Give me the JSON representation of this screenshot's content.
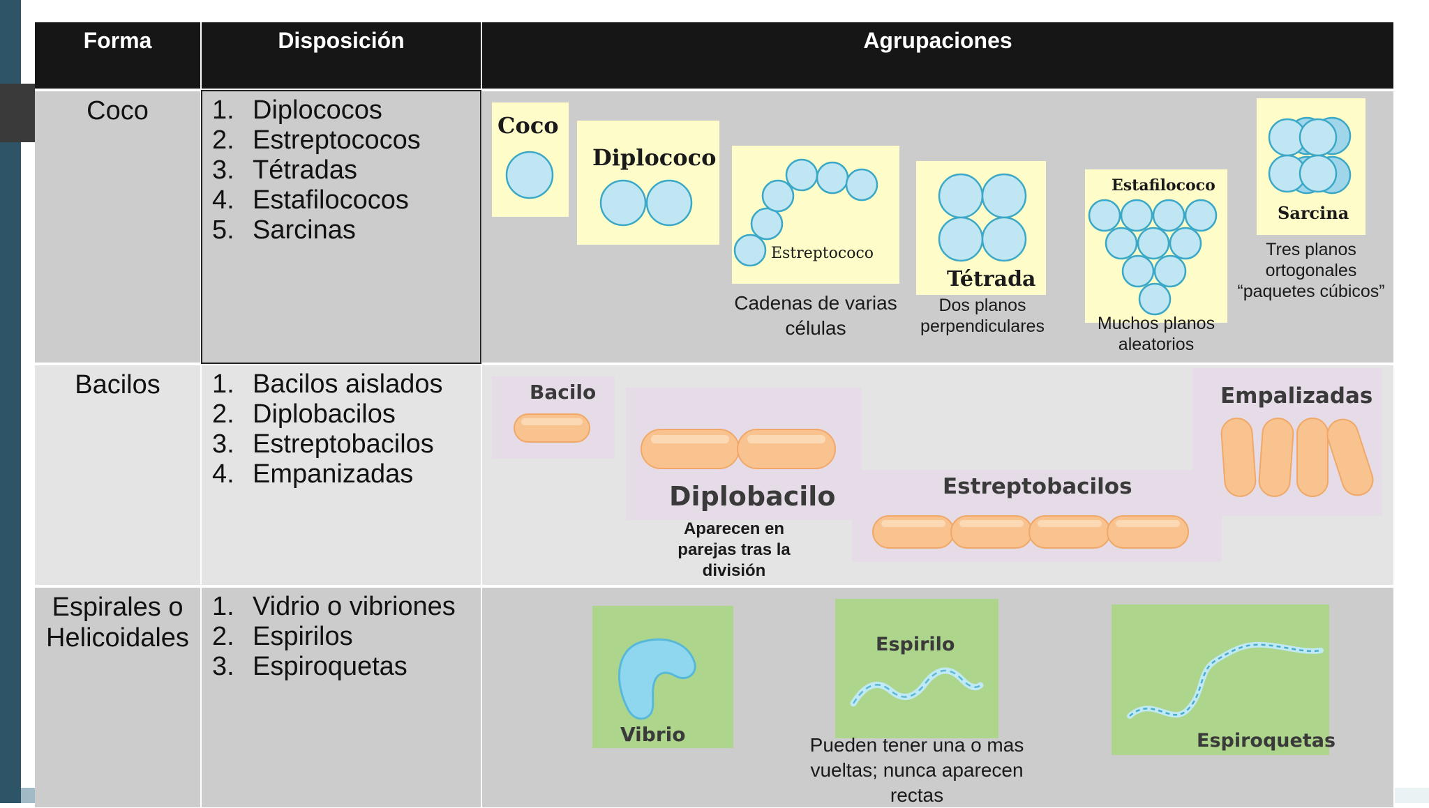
{
  "header": {
    "forma": "Forma",
    "disposicion": "Disposición",
    "agrupaciones": "Agrupaciones"
  },
  "rows": [
    {
      "forma": "Coco",
      "items": [
        {
          "num": "1.",
          "label": "Diplococos"
        },
        {
          "num": "2.",
          "label": "Estreptococos"
        },
        {
          "num": "3.",
          "label": "Tétradas"
        },
        {
          "num": "4.",
          "label": "Estafilococos"
        },
        {
          "num": "5.",
          "label": "Sarcinas"
        }
      ],
      "images": {
        "coco": "Coco",
        "diplococo": "Diplococo",
        "estreptococo": "Estreptococo",
        "tetrada": "Tétrada",
        "estafilococo": "Estafilococo",
        "sarcina": "Sarcina"
      },
      "captions": {
        "estreptococo": "Cadenas de varias células",
        "tetrada": "Dos planos perpendiculares",
        "estafilococo": "Muchos planos aleatorios",
        "sarcina": "Tres planos ortogonales “paquetes cúbicos”"
      }
    },
    {
      "forma": "Bacilos",
      "items": [
        {
          "num": "1.",
          "label": "Bacilos aislados"
        },
        {
          "num": "2.",
          "label": "Diplobacilos"
        },
        {
          "num": "3.",
          "label": "Estreptobacilos"
        },
        {
          "num": "4.",
          "label": "Empanizadas"
        }
      ],
      "images": {
        "bacilo": "Bacilo",
        "diplobacilo": "Diplobacilo",
        "estreptobacilos": "Estreptobacilos",
        "empalizadas": "Empalizadas"
      },
      "captions": {
        "diplobacilo": "Aparecen en parejas tras la división"
      }
    },
    {
      "forma": "Espirales o Helicoidales",
      "items": [
        {
          "num": "1.",
          "label": "Vidrio o vibriones"
        },
        {
          "num": "2.",
          "label": "Espirilos"
        },
        {
          "num": "3.",
          "label": "Espiroquetas"
        }
      ],
      "images": {
        "vibrio": "Vibrio",
        "espirilo": "Espirilo",
        "espiroquetas": "Espiroquetas"
      },
      "captions": {
        "espirilo": "Pueden tener una o mas vueltas; nunca aparecen rectas"
      }
    }
  ],
  "colors": {
    "header_bg": "#161616",
    "row_gray": "#cccccc",
    "row_light": "#e4e4e4",
    "card_yellow": "#fefcc8",
    "cell_blue": "#bfe6f2",
    "rod_orange": "#f9c38f",
    "panel_green": "#aed58c"
  }
}
